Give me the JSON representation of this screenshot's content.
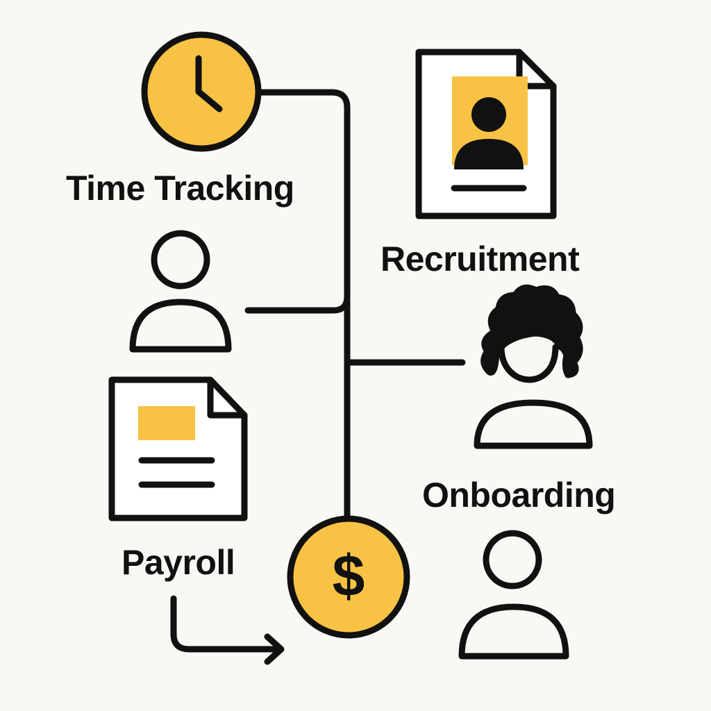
{
  "labels": {
    "time_tracking": "Time Tracking",
    "recruitment": "Recruitment",
    "onboarding": "Onboarding",
    "payroll": "Payroll"
  },
  "currency_symbol": "$",
  "colors": {
    "background": "#faf8f4",
    "accent": "#f8c244",
    "stroke": "#111111"
  },
  "icons": [
    "clock-icon",
    "resume-document-icon",
    "person-icon",
    "curly-hair-person-icon",
    "payroll-document-icon",
    "dollar-coin-icon",
    "arrow-right-icon"
  ]
}
